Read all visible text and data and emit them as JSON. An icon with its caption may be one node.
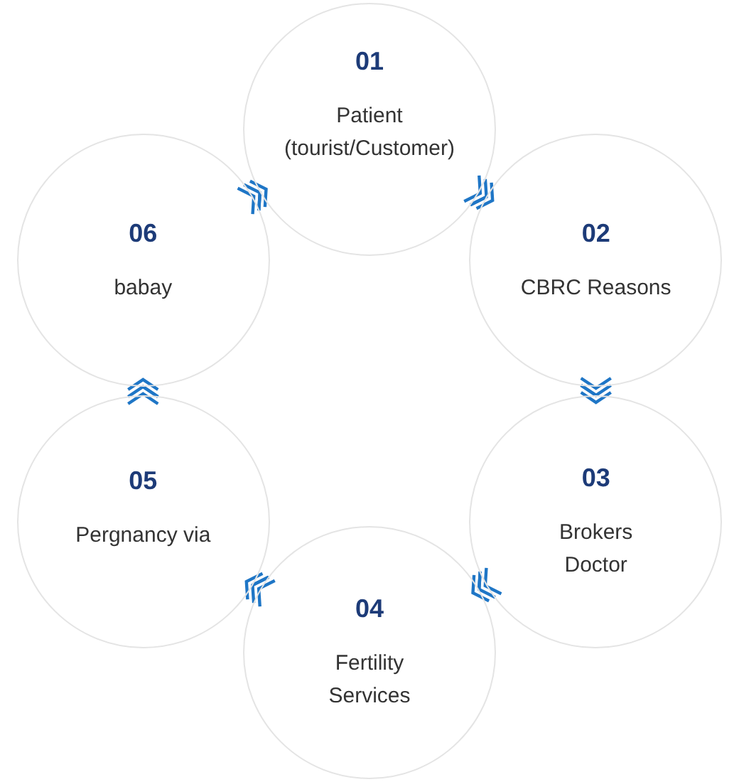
{
  "diagram": {
    "nodes": [
      {
        "text": [
          "01",
          "Patient (tourist/Customer)"
        ]
      },
      {
        "text": [
          "02",
          "CBRC Reasons"
        ]
      },
      {
        "text": [
          "03",
          "Brokers Doctor"
        ]
      },
      {
        "text": [
          "04",
          "Fertility Services"
        ]
      },
      {
        "text": [
          "05",
          "Pergnancy via"
        ]
      },
      {
        "text": [
          "06",
          "babay"
        ]
      }
    ],
    "edges": [
      {
        "from": 0,
        "to": 1,
        "arrow": "to"
      },
      {
        "from": 1,
        "to": 2,
        "arrow": "to"
      },
      {
        "from": 2,
        "to": 3,
        "arrow": "to"
      },
      {
        "from": 3,
        "to": 4,
        "arrow": "to"
      },
      {
        "from": 4,
        "to": 5,
        "arrow": "to"
      },
      {
        "from": 5,
        "to": 0,
        "arrow": "to"
      }
    ]
  }
}
